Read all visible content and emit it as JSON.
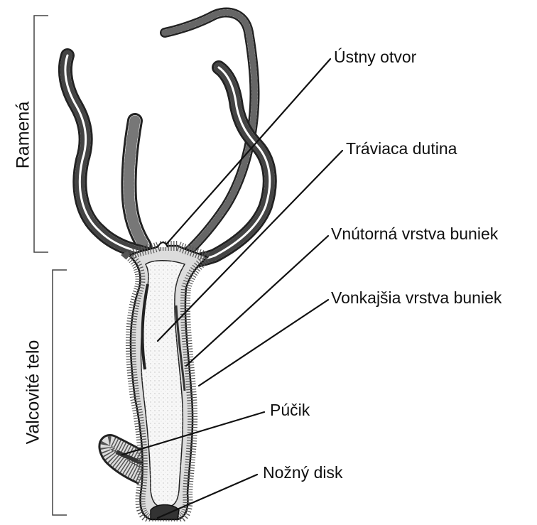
{
  "colors": {
    "line": "#111111",
    "wall_light": "#eeeeee",
    "wall_dark": "#555555",
    "cavity": "#f6f6f6",
    "cavity_dots": "#bdbdbd"
  },
  "labels": {
    "mouth": "Ústny otvor",
    "gut": "Tráviaca dutina",
    "inner_layer": "Vnútorná vrstva buniek",
    "outer_layer": "Vonkajšia vrstva buniek",
    "bud": "Púčik",
    "foot": "Nožný disk"
  },
  "side_labels": {
    "arms": "Ramená",
    "body": "Valcovité telo"
  }
}
